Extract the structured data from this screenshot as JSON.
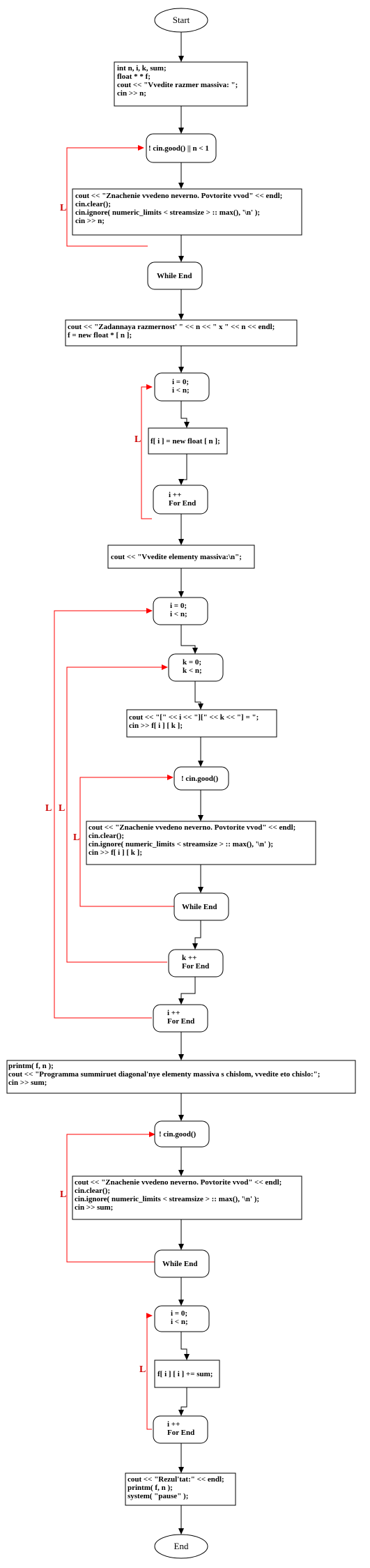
{
  "flowchart": {
    "start": "Start",
    "end": "End",
    "loop_label": "L",
    "blocks": {
      "declare": [
        "int n, i, k, sum;",
        "float * * f;",
        "cout << \"Vvedite razmer massiva: \";",
        "cin >> n;"
      ],
      "check_n": [
        "! cin.good() || n < 1"
      ],
      "err1": [
        "cout << \"Znachenie vvedeno neverno. Povtorite vvod\" << endl;",
        "cin.clear();",
        "cin.ignore( numeric_limits < streamsize > :: max(), '\\n' );",
        "cin >> n;"
      ],
      "while_end_1": [
        "While End"
      ],
      "alloc": [
        "cout << \"Zadannaya razmernost' \" << n << \" x \" << n << endl;",
        "f = new float * [ n ];"
      ],
      "for_i_1": [
        "i = 0;",
        "i < n;"
      ],
      "alloc_row": [
        "f[ i ] = new float [ n ];"
      ],
      "for_end_i_1": [
        "i ++",
        "For End"
      ],
      "prompt_elements": [
        "cout << \"Vvedite elementy massiva:\\n\";"
      ],
      "for_i_2": [
        "i = 0;",
        "i < n;"
      ],
      "for_k": [
        "k = 0;",
        "k < n;"
      ],
      "read_elem": [
        "cout << \"[\" << i << \"][\" << k << \"] = \";",
        "cin >> f[ i ] [ k ];"
      ],
      "check_good_1": [
        "! cin.good()"
      ],
      "err2": [
        "cout << \"Znachenie vvedeno neverno. Povtorite vvod\" << endl;",
        "cin.clear();",
        "cin.ignore( numeric_limits < streamsize > :: max(), '\\n' );",
        "cin >> f[ i ] [ k ];"
      ],
      "while_end_2": [
        "While End"
      ],
      "for_end_k": [
        "k ++",
        "For End"
      ],
      "for_end_i_2": [
        "i ++",
        "For End"
      ],
      "print_sum": [
        "printm( f, n );",
        "cout << \"Programma summiruet diagonal'nye elementy massiva s chislom, vvedite eto chislo:\";",
        "cin >> sum;"
      ],
      "check_good_2": [
        "! cin.good()"
      ],
      "err3": [
        "cout << \"Znachenie vvedeno neverno. Povtorite vvod\" << endl;",
        "cin.clear();",
        "cin.ignore( numeric_limits < streamsize > :: max(), '\\n' );",
        "cin >> sum;"
      ],
      "while_end_3": [
        "While End"
      ],
      "for_i_3": [
        "i = 0;",
        "i < n;"
      ],
      "add_sum": [
        "f[ i ] [ i ] += sum;"
      ],
      "for_end_i_3": [
        "i ++",
        "For End"
      ],
      "result": [
        "cout << \"Rezul'tat:\" << endl;",
        "printm( f, n );",
        "system( \"pause\" );"
      ]
    }
  }
}
